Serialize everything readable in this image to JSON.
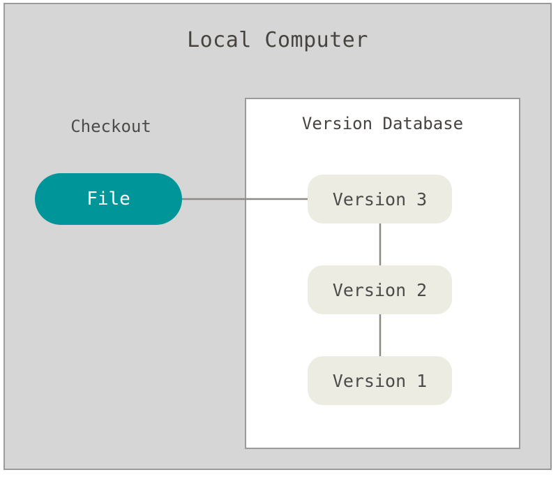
{
  "diagram": {
    "title": "Local Computer",
    "background_color": "#D6D6D6",
    "border_color": "#9A9A9A",
    "checkout_label": "Checkout",
    "panel": {
      "title": "Version Database",
      "background_color": "#FFFFFF",
      "border_color": "#9A9A9A"
    },
    "nodes": {
      "file": {
        "label": "File",
        "fill_color": "#009599",
        "text_color": "#FFFFFF"
      },
      "version3": {
        "label": "Version 3",
        "fill_color": "#ECECE3",
        "text_color": "#4B4B49"
      },
      "version2": {
        "label": "Version 2",
        "fill_color": "#ECECE3",
        "text_color": "#4B4B49"
      },
      "version1": {
        "label": "Version 1",
        "fill_color": "#ECECE3",
        "text_color": "#4B4B49"
      }
    },
    "edges": {
      "color": "#8C8A85",
      "file_to_version3": "File — Version 3",
      "version3_to_version2": "Version 3 — Version 2",
      "version2_to_version1": "Version 2 — Version 1"
    }
  }
}
